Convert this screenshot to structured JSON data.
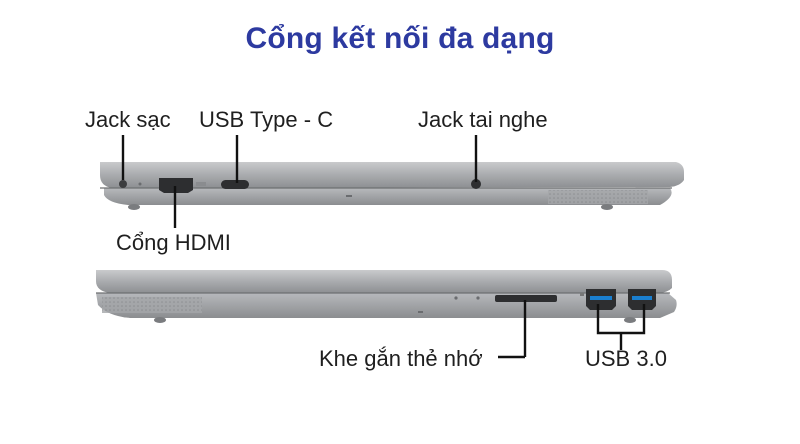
{
  "title": "Cổng kết nối đa dạng",
  "colors": {
    "title": "#2d3aa0",
    "label_text": "#1f1f1f",
    "laptop_body": "#9a9c9f",
    "laptop_dark": "#55575a",
    "callout_line": "#111111"
  },
  "labels": {
    "charge_jack": "Jack sạc",
    "usb_type_c": "USB Type - C",
    "headphone_jack": "Jack tai nghe",
    "hdmi_port": "Cổng HDMI",
    "card_slot": "Khe gắn thẻ nhớ",
    "usb_30": "USB 3.0"
  },
  "side_views": [
    {
      "side": "left",
      "ports": [
        "charge_jack",
        "hdmi_port",
        "usb_type_c",
        "headphone_jack"
      ]
    },
    {
      "side": "right",
      "ports": [
        "card_slot",
        "usb_30",
        "usb_30"
      ]
    }
  ]
}
